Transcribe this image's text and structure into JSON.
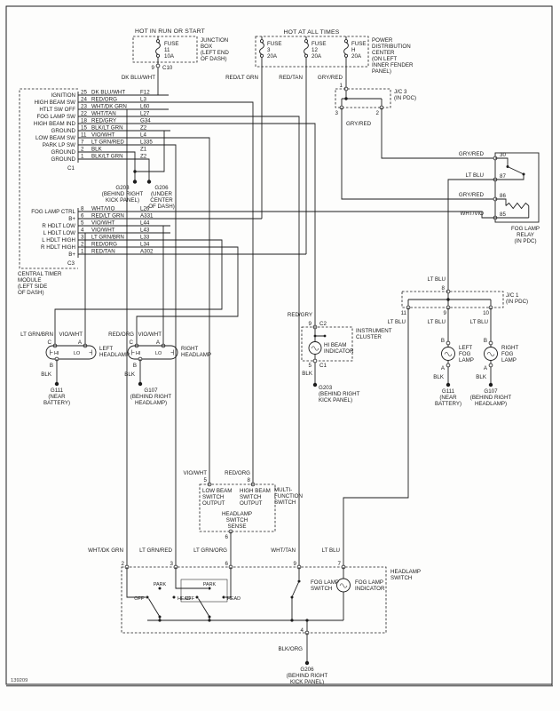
{
  "meta": {
    "doc_number": "139209"
  },
  "banners": {
    "run_start": "HOT IN RUN OR START",
    "all_times": "HOT AT ALL TIMES"
  },
  "junction_box": {
    "label": [
      "JUNCTION",
      "BOX",
      "(LEFT END",
      "OF DASH)"
    ],
    "fuse": [
      "FUSE",
      "11",
      "10A"
    ],
    "pin": "9",
    "connector": "C10",
    "wire": "DK BLU/WHT"
  },
  "pdc": {
    "label": [
      "POWER",
      "DISTRIBUTION",
      "CENTER",
      "(ON LEFT",
      "INNER FENDER",
      "PANEL)"
    ],
    "fuse3": [
      "FUSE",
      "3",
      "20A"
    ],
    "fuse12": [
      "FUSE",
      "12",
      "20A"
    ],
    "fuse_h": [
      "FUSE",
      "H",
      "20A"
    ],
    "wire3": "RED/LT GRN",
    "wire12": "RED/TAN",
    "wire_h": "GRY/RED"
  },
  "jc3": {
    "label": [
      "J/C 3",
      "(IN PDC)"
    ],
    "pin_top": "1",
    "pin_a": "3",
    "pin_b": "2",
    "wire": "GRY/RED"
  },
  "relay": {
    "label": [
      "FOG LAMP",
      "RELAY",
      "(IN PDC)"
    ],
    "pin30": "30",
    "pin87": "87",
    "pin86": "86",
    "pin85": "85",
    "wire30": "GRY/RED",
    "wire87": "LT BLU",
    "wire86": "GRY/RED",
    "wire85": "WHT/VIO"
  },
  "jc1": {
    "label": [
      "J/C 1",
      "(IN PDC)"
    ],
    "pin_top": "8",
    "pin_a": "11",
    "pin_b": "9",
    "pin_c": "10",
    "wire_top": "LT BLU",
    "wire_a": "LT BLU",
    "wire_b": "LT BLU",
    "wire_c": "LT BLU"
  },
  "ctm": {
    "label": [
      "CENTRAL TIMER",
      "MODULE",
      "(LEFT SIDE",
      "OF DASH)"
    ],
    "conn1": "C1",
    "conn3": "C3",
    "c1_rows": [
      {
        "fn": "IGNITION",
        "pin": "25",
        "wire": "DK BLU/WHT",
        "ckt": "F12"
      },
      {
        "fn": "HIGH BEAM SW",
        "pin": "24",
        "wire": "RED/ORG",
        "ckt": "L3"
      },
      {
        "fn": "HTLT SW OFF",
        "pin": "23",
        "wire": "WHT/DK GRN",
        "ckt": "L60"
      },
      {
        "fn": "FOG LAMP SW",
        "pin": "22",
        "wire": "WHT/TAN",
        "ckt": "L27"
      },
      {
        "fn": "HIGH BEAM IND",
        "pin": "18",
        "wire": "RED/GRY",
        "ckt": "G34"
      },
      {
        "fn": "GROUND",
        "pin": "15",
        "wire": "BLK/LT GRN",
        "ckt": "Z2"
      },
      {
        "fn": "LOW BEAM SW",
        "pin": "11",
        "wire": "VIO/WHT",
        "ckt": "L4"
      },
      {
        "fn": "PARK LP SW",
        "pin": "7",
        "wire": "LT GRN/RED",
        "ckt": "L335"
      },
      {
        "fn": "GROUND",
        "pin": "2",
        "wire": "BLK",
        "ckt": "Z1"
      },
      {
        "fn": "GROUND",
        "pin": "1",
        "wire": "BLK/LT GRN",
        "ckt": "Z2"
      }
    ],
    "c3_rows": [
      {
        "fn": "FOG LAMP CTRL",
        "pin": "8",
        "wire": "WHT/VIO",
        "ckt": "L26"
      },
      {
        "fn": "B+",
        "pin": "6",
        "wire": "RED/LT GRN",
        "ckt": "A331"
      },
      {
        "fn": "R HDLT LOW",
        "pin": "5",
        "wire": "VIO/WHT",
        "ckt": "L44"
      },
      {
        "fn": "L HDLT LOW",
        "pin": "4",
        "wire": "VIO/WHT",
        "ckt": "L43"
      },
      {
        "fn": "L HDLT HIGH",
        "pin": "3",
        "wire": "LT GRN/BRN",
        "ckt": "L33"
      },
      {
        "fn": "R HDLT HIGH",
        "pin": "2",
        "wire": "RED/ORG",
        "ckt": "L34"
      },
      {
        "fn": "B+",
        "pin": "1",
        "wire": "RED/TAN",
        "ckt": "A302"
      }
    ]
  },
  "grounds": {
    "g203": [
      "G203",
      "(BEHIND RIGHT",
      "KICK PANEL)"
    ],
    "g206_dash": [
      "G206",
      "(UNDER",
      "CENTER",
      "OF DASH)"
    ],
    "g206_kick": [
      "G206",
      "(BEHIND RIGHT",
      "KICK PANEL)"
    ],
    "g111": [
      "G111",
      "(NEAR",
      "BATTERY)"
    ],
    "g107": [
      "G107",
      "(BEHIND RIGHT",
      "HEADLAMP)"
    ]
  },
  "headlamps": {
    "left_label": [
      "LEFT",
      "HEADLAMP"
    ],
    "right_label": [
      "RIGHT",
      "HEADLAMP"
    ],
    "hi": "HI",
    "lo": "LO",
    "pin_a": "A",
    "pin_b": "B",
    "pin_c": "C",
    "blk": "BLK",
    "left_c": "LT GRN/BRN",
    "left_a": "VIO/WHT",
    "right_c": "RED/ORG",
    "right_a": "VIO/WHT"
  },
  "cluster": {
    "label": [
      "INSTRUMENT",
      "CLUSTER"
    ],
    "indicator": [
      "HI BEAM",
      "INDICATOR"
    ],
    "pin_top": "9",
    "conn_top": "C2",
    "pin_bot": "5",
    "conn_bot": "C1",
    "wire_top": "RED/GRY",
    "wire_bot": "BLK"
  },
  "foglamps": {
    "left": [
      "LEFT",
      "FOG",
      "LAMP"
    ],
    "right": [
      "RIGHT",
      "FOG",
      "LAMP"
    ],
    "pin_a": "A",
    "pin_b": "B",
    "blk": "BLK"
  },
  "mfs": {
    "label": [
      "MULTI-",
      "FUNCTION",
      "SWITCH"
    ],
    "low": [
      "LOW BEAM",
      "SWITCH",
      "OUTPUT"
    ],
    "high": [
      "HIGH BEAM",
      "SWITCH",
      "OUTPUT"
    ],
    "sense": [
      "HEADLAMP",
      "SWITCH",
      "SENSE"
    ],
    "pin5": "5",
    "pin8": "8",
    "pin6": "6",
    "wire5": "VIO/WHT",
    "wire8": "RED/ORG"
  },
  "hswitch": {
    "label": [
      "HEADLAMP",
      "SWITCH"
    ],
    "pin2": "2",
    "pin3": "3",
    "pin6": "6",
    "pin9": "9",
    "pin7": "7",
    "pin4": "4",
    "wire2": "WHT/DK GRN",
    "wire3": "LT GRN/RED",
    "wire6": "LT GRN/ORG",
    "wire9": "WHT/TAN",
    "wire7": "LT BLU",
    "wire4": "BLK/ORG",
    "park": "PARK",
    "off": "OFF",
    "head": "HEAD",
    "fog_switch": [
      "FOG LAMP",
      "SWITCH"
    ],
    "fog_indicator": [
      "FOG LAMP",
      "INDICATOR"
    ]
  }
}
